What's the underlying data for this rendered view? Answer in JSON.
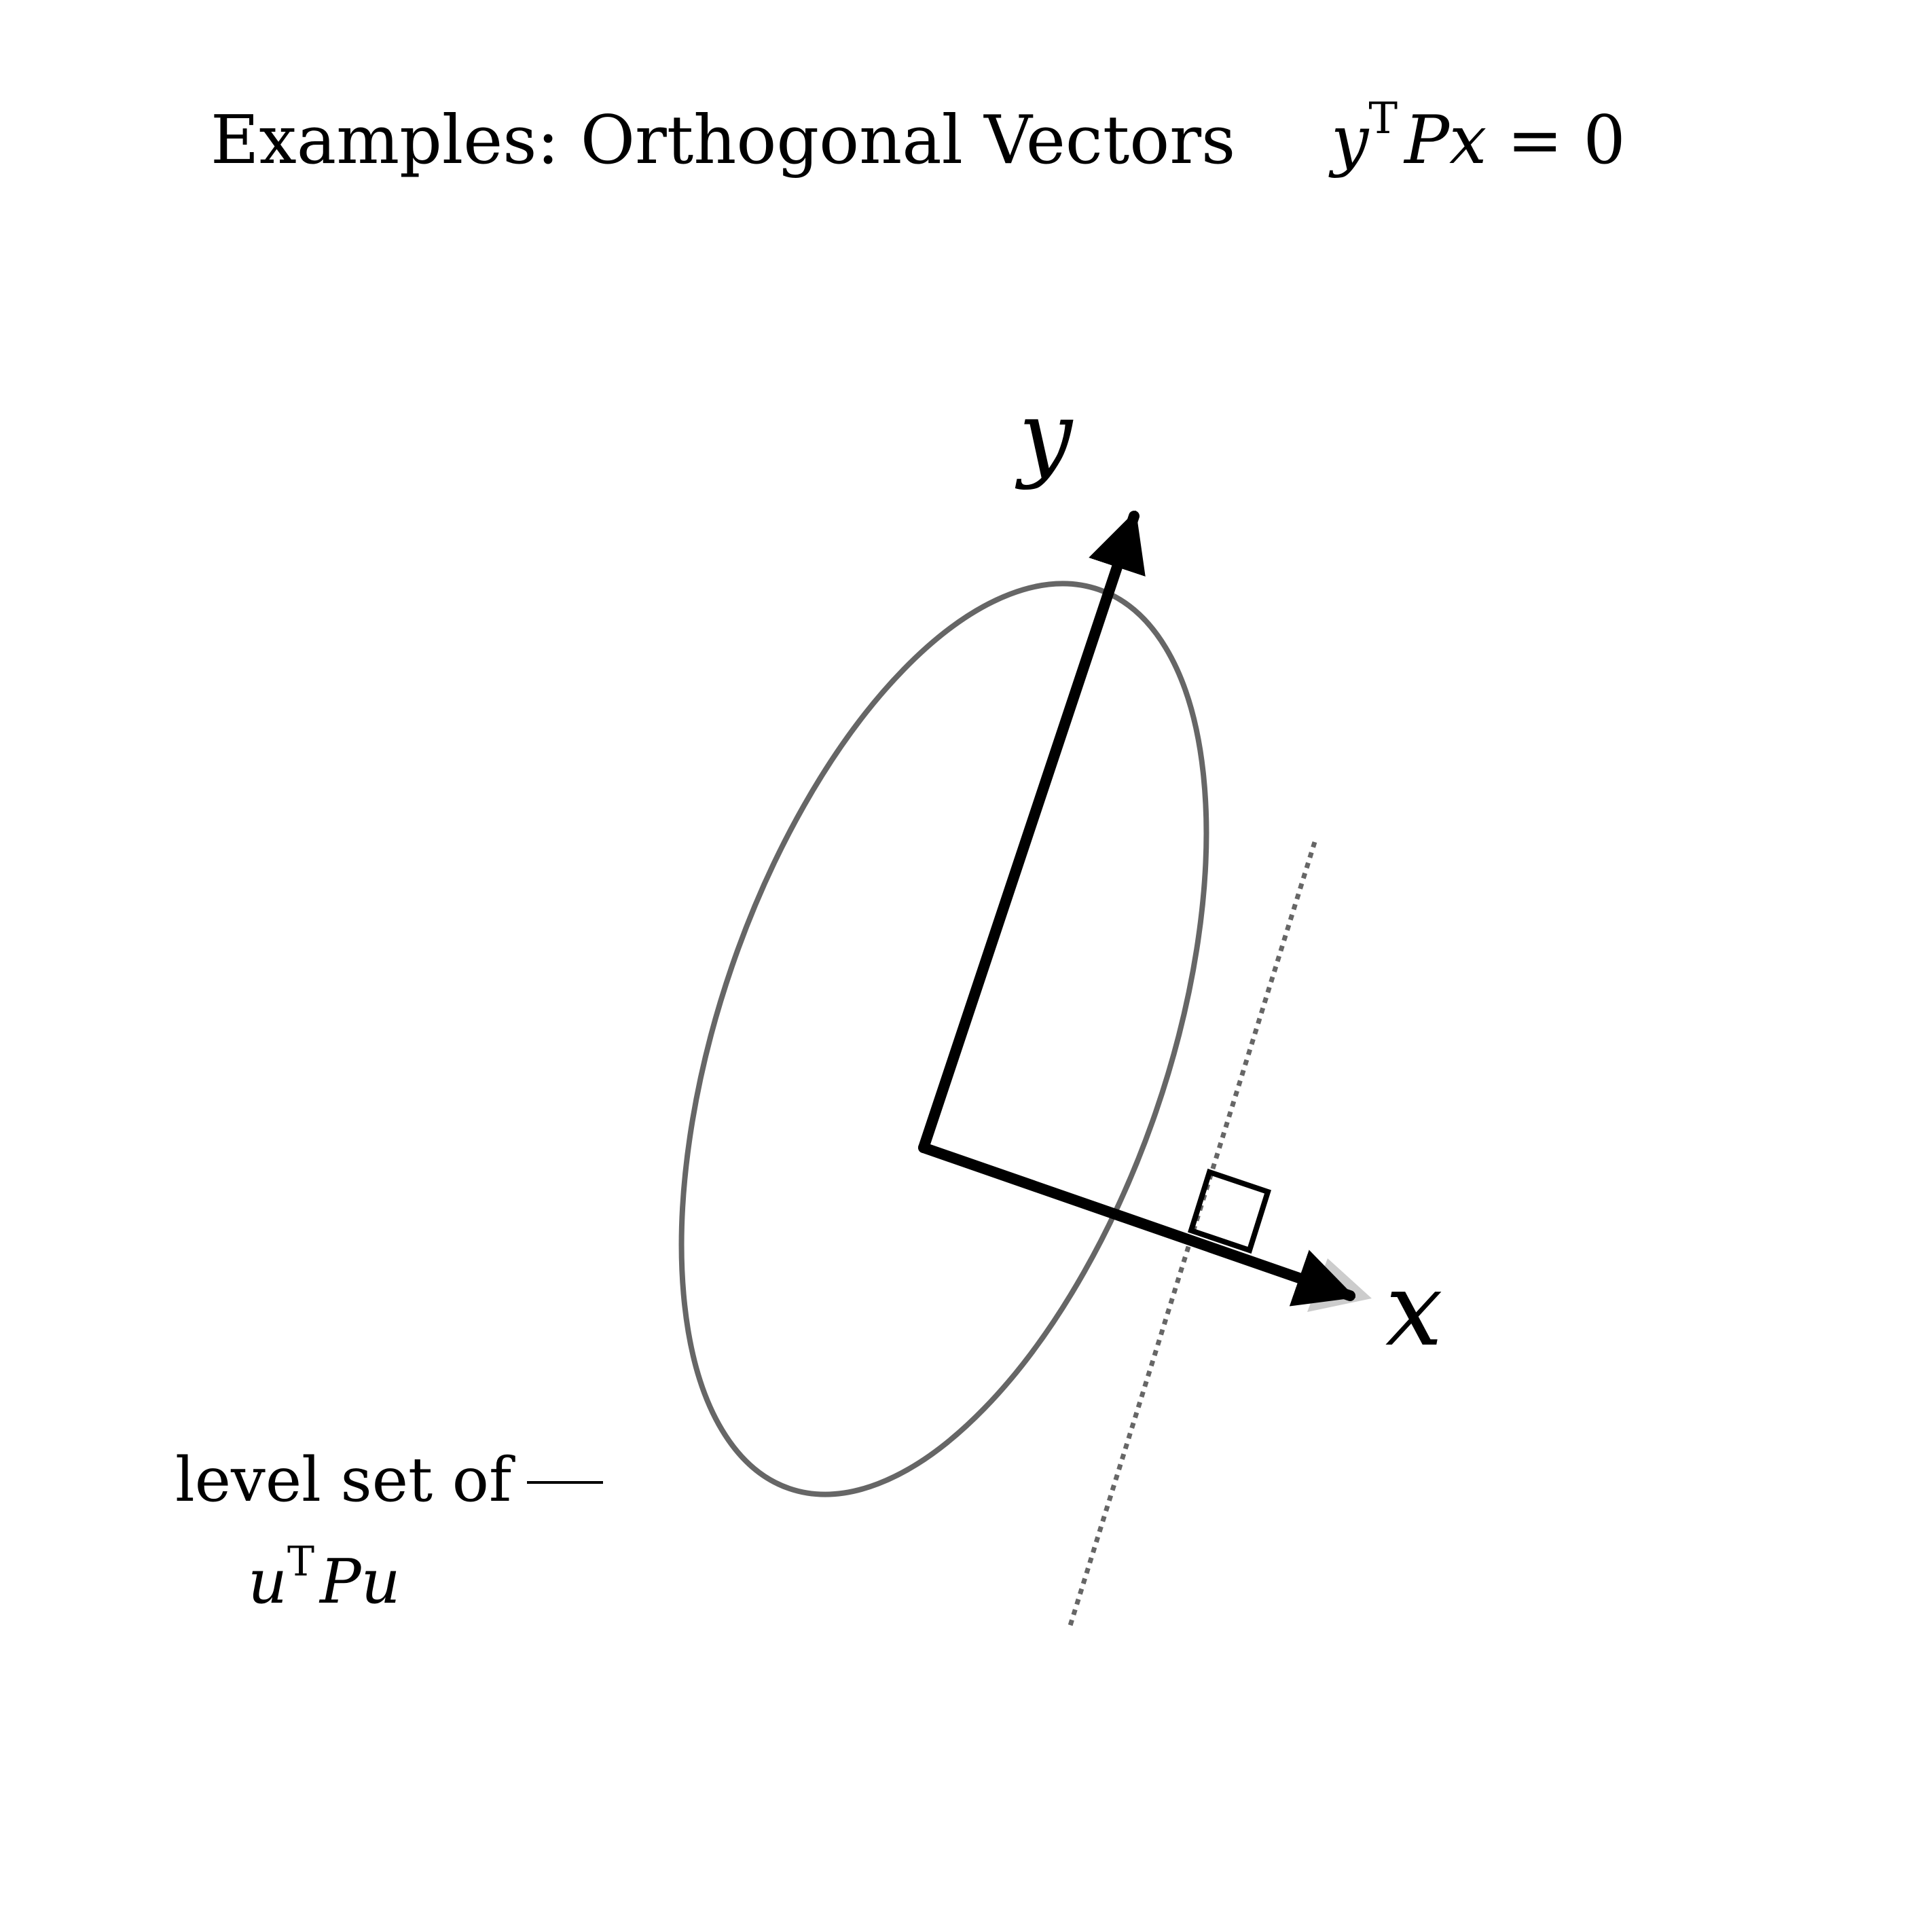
{
  "title": {
    "text": "Examples: Orthogonal Vectors",
    "equation": {
      "lhs_var": "y",
      "superscript": "T",
      "matrix": "P",
      "rhs_var": "x",
      "equals": "=",
      "value": "0"
    }
  },
  "vectors": {
    "x_label": "x",
    "y_label": "y"
  },
  "level_set": {
    "label_line1": "level set of",
    "label_var": "u",
    "label_superscript": "T",
    "label_matrix": "P",
    "label_var2": "u"
  },
  "colors": {
    "vector": "#000000",
    "ellipse": "#666666",
    "tangent_line": "#666666",
    "shadow": "#cccccc",
    "background": "#ffffff"
  }
}
